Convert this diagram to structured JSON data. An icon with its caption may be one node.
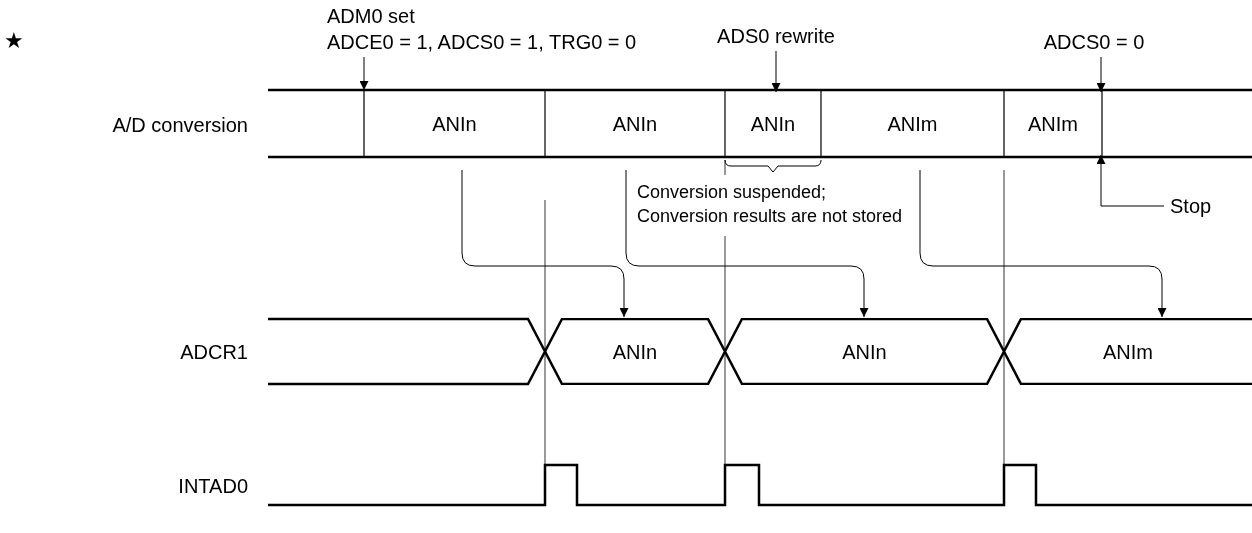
{
  "diagram": {
    "nodes": [
      {
        "text": [
          "ADM0 set",
          "ADCE0 = 1, ADCS0 = 1, TRG0 = 0"
        ]
      },
      {
        "text": [
          "ADS0 rewrite"
        ]
      },
      {
        "text": [
          "ADCS0 = 0"
        ]
      },
      {
        "text": [
          "ANIn"
        ]
      },
      {
        "text": [
          "ANIn"
        ]
      },
      {
        "text": [
          "ANIn"
        ]
      },
      {
        "text": [
          "ANIm"
        ]
      },
      {
        "text": [
          "ANIm"
        ]
      },
      {
        "text": [
          "Stop"
        ]
      },
      {
        "text": [
          "ANIn"
        ]
      },
      {
        "text": [
          "ANIn"
        ]
      },
      {
        "text": [
          "ANIm"
        ]
      }
    ],
    "edges": [
      {
        "from": 0,
        "to": null,
        "arrow": "to"
      },
      {
        "from": 1,
        "to": 5,
        "arrow": "to"
      },
      {
        "from": 2,
        "to": 7,
        "arrow": "to"
      },
      {
        "from": 8,
        "to": 7,
        "arrow": "to"
      },
      {
        "from": 3,
        "to": 9,
        "arrow": "to"
      },
      {
        "from": 4,
        "to": 10,
        "arrow": "to"
      },
      {
        "from": 6,
        "to": 11,
        "arrow": "to"
      }
    ],
    "labels": [
      "★",
      "A/D conversion",
      "Conversion suspended;",
      "Conversion results are not stored",
      "ADCR1",
      "INTAD0"
    ]
  }
}
